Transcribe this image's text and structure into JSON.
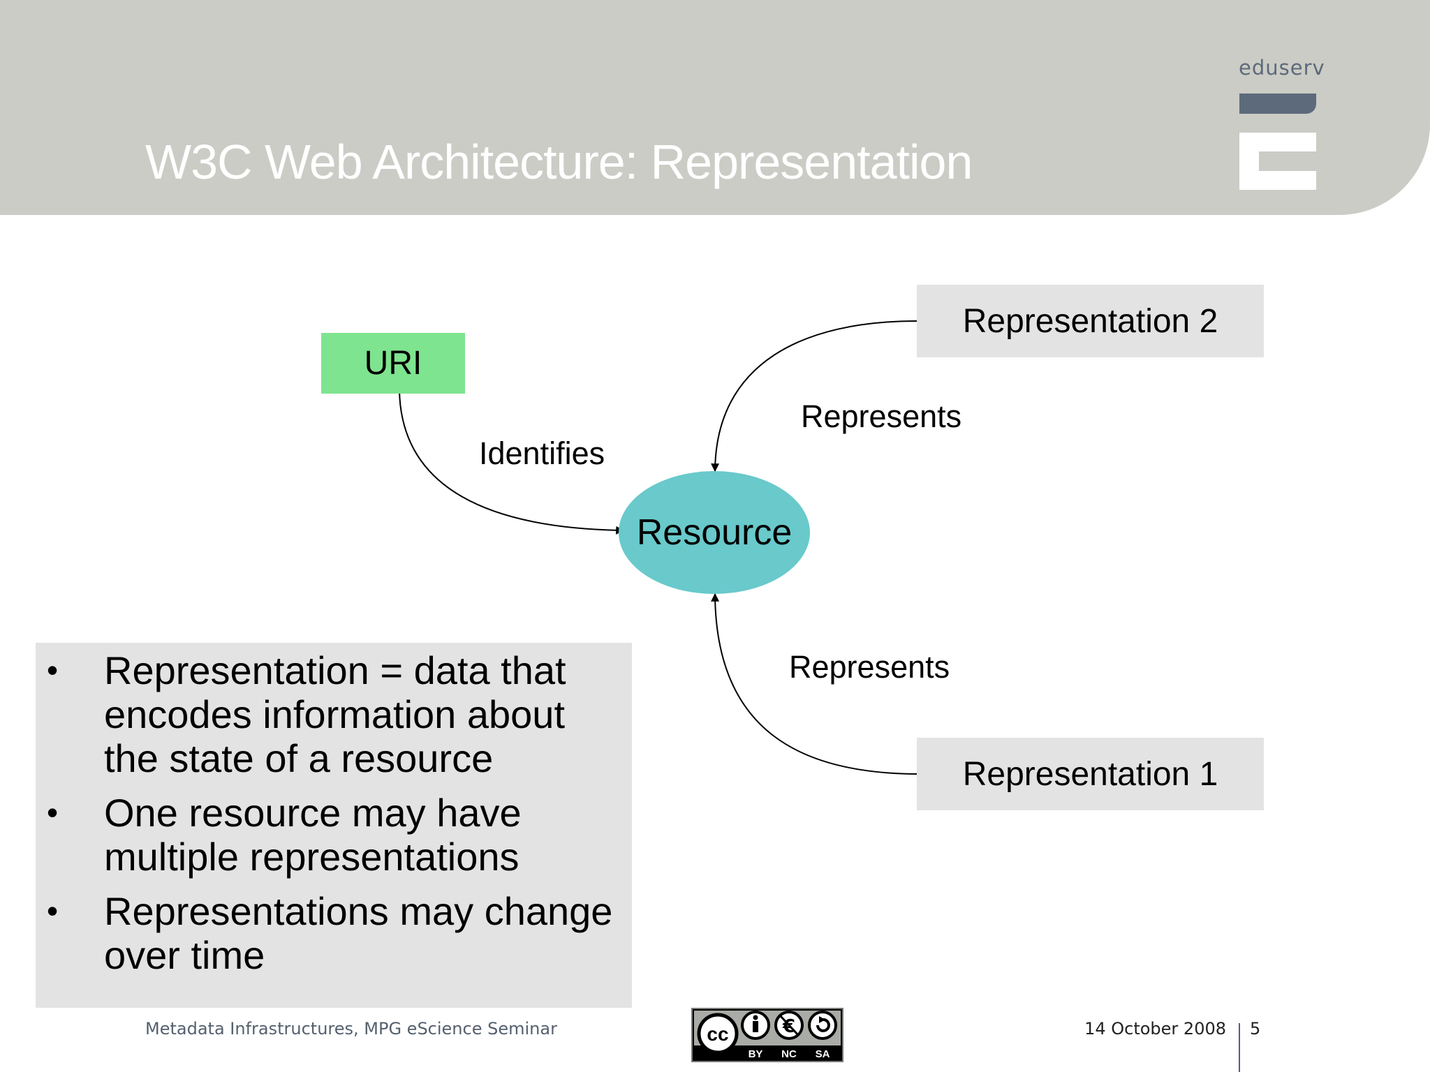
{
  "slide": {
    "title": "W3C Web Architecture: Representation",
    "logo_text": "eduserv"
  },
  "diagram": {
    "nodes": {
      "uri": "URI",
      "resource": "Resource",
      "representation_2": "Representation 2",
      "representation_1": "Representation 1"
    },
    "edges": {
      "identifies": "Identifies",
      "represents_top": "Represents",
      "represents_bottom": "Represents"
    }
  },
  "bullets": [
    "Representation = data that encodes information about the state of a resource",
    "One resource may have multiple representations",
    "Representations may change over time"
  ],
  "footer": {
    "left_text": "Metadata Infrastructures, MPG eScience Seminar",
    "date": "14 October 2008",
    "page_number": "5",
    "license_badge": {
      "cc": "cc",
      "labels": [
        "BY",
        "NC",
        "SA"
      ]
    }
  },
  "colors": {
    "header_bg": "#cbccc5",
    "uri_box": "#7ee48f",
    "resource_ellipse": "#69c9cb",
    "representation_box": "#e3e3e4",
    "logo": "#5d6a7c"
  }
}
